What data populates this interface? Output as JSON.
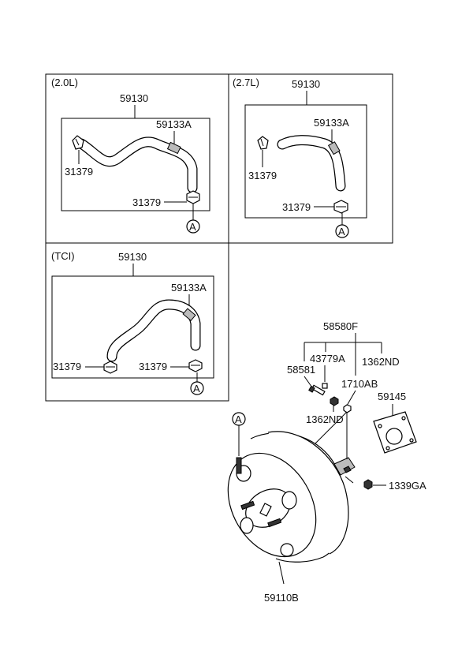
{
  "panels": {
    "l20": {
      "variant": "(2.0L)",
      "hose": "59130",
      "hose_end": "59133A",
      "clamp_left": "31379",
      "clamp_right": "31379",
      "conn": "A"
    },
    "l27": {
      "variant": "(2.7L)",
      "hose": "59130",
      "hose_end": "59133A",
      "clamp_left": "31379",
      "clamp_right": "31379",
      "conn": "A"
    },
    "tci": {
      "variant": "(TCI)",
      "hose": "59130",
      "hose_end": "59133A",
      "clamp_left": "31379",
      "clamp_right": "31379",
      "conn": "A"
    }
  },
  "booster": {
    "check_valve_kit": "58580F",
    "grommet": "43779A",
    "nut_top": "1362ND",
    "valve": "58581",
    "fitting": "1710AB",
    "nut_bottom": "1362ND",
    "gasket": "59145",
    "mount_nut": "1339GA",
    "booster_assy": "59110B",
    "conn": "A"
  }
}
